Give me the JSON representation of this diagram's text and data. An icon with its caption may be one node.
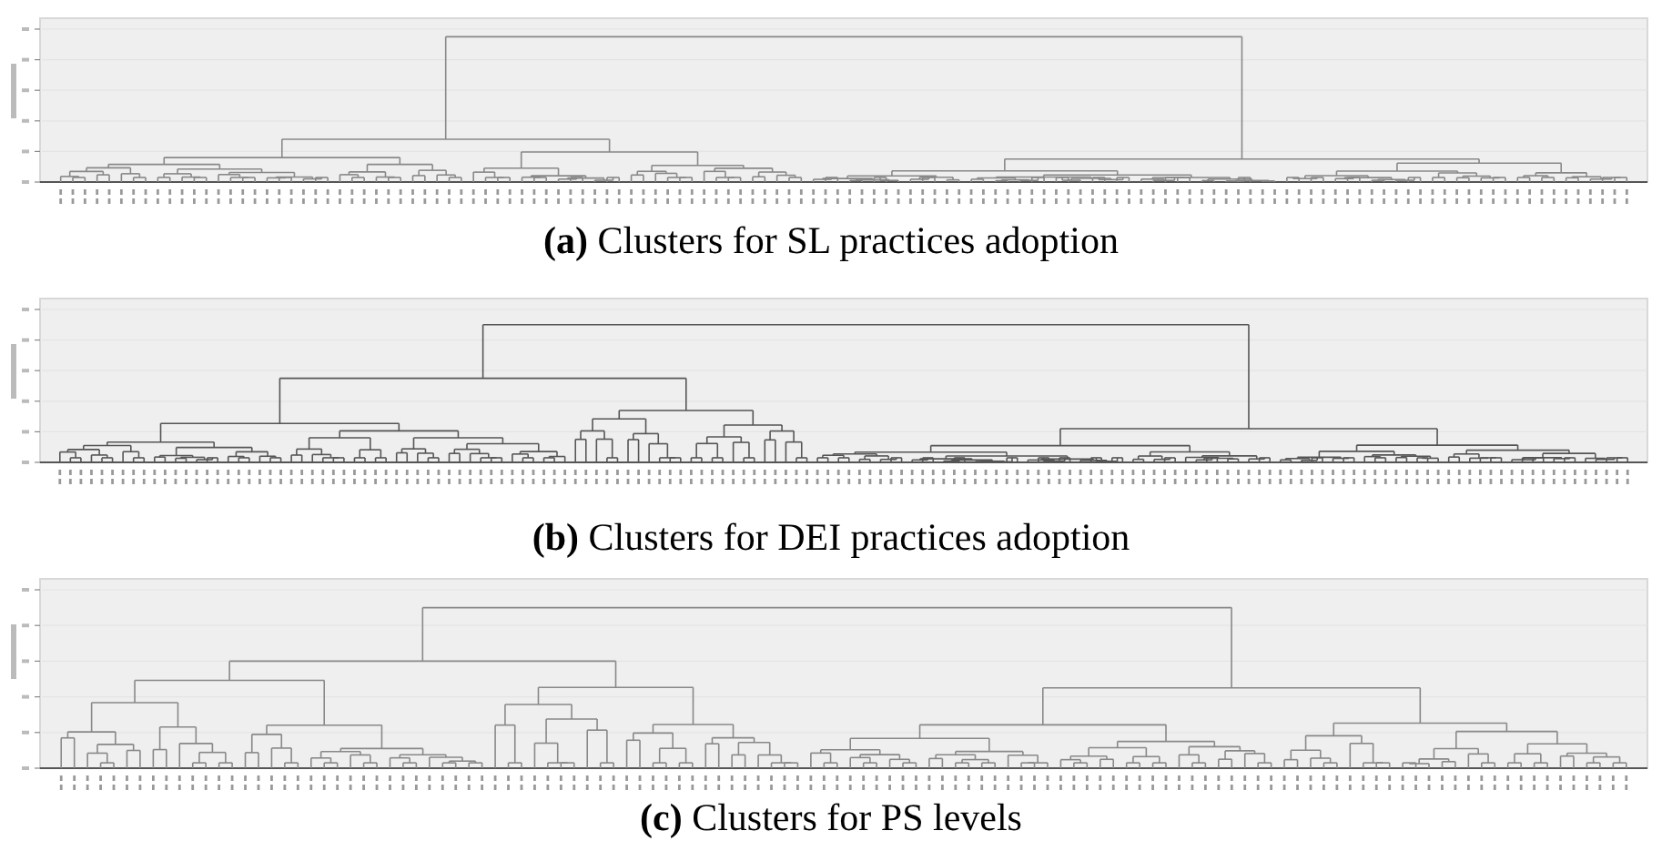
{
  "diagram": {
    "labels": [
      "**(a)** Clusters for SL practices adoption",
      "**(b)** Clusters for DEI practices adoption",
      "**(c)** Clusters for PS levels"
    ]
  }
}
